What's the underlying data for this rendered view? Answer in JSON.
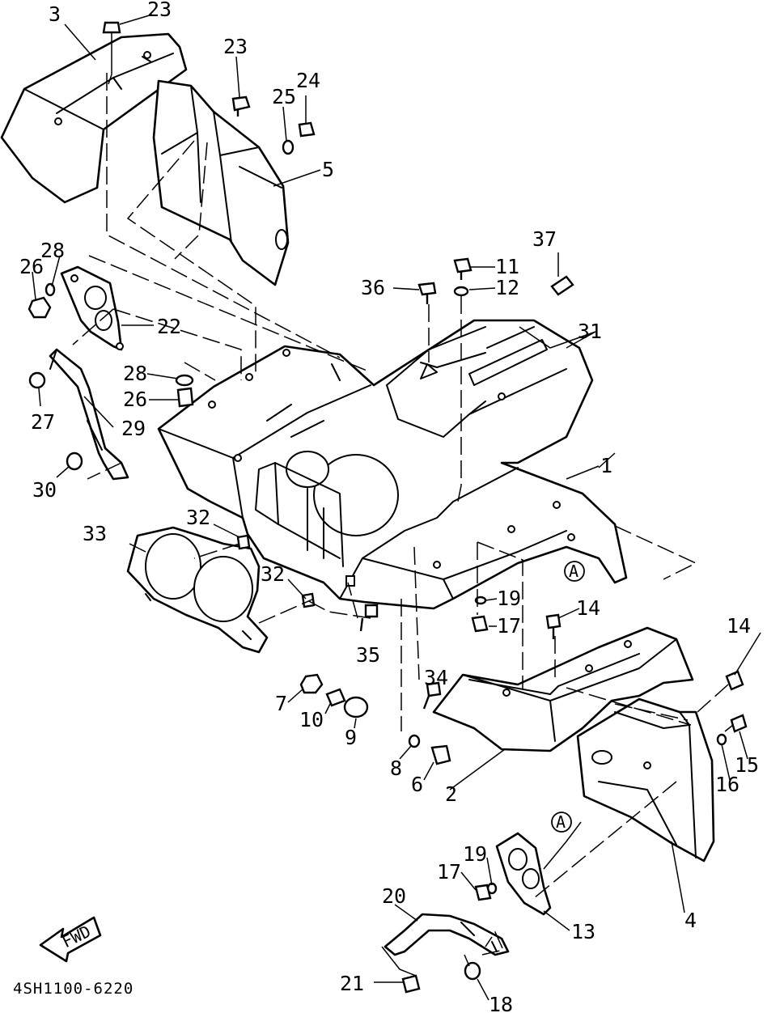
{
  "diagram": {
    "code": "4SH1100-6220",
    "fwd": "FWD",
    "ref_mark": "A",
    "labels": {
      "p1": "1",
      "p2": "2",
      "p3": "3",
      "p4": "4",
      "p5": "5",
      "p6": "6",
      "p7": "7",
      "p8": "8",
      "p9": "9",
      "p10": "10",
      "p11": "11",
      "p12": "12",
      "p13": "13",
      "p14": "14",
      "p15": "15",
      "p16": "16",
      "p17": "17",
      "p18": "18",
      "p19": "19",
      "p20": "20",
      "p21": "21",
      "p22": "22",
      "p23": "23",
      "p24": "24",
      "p25": "25",
      "p26": "26",
      "p27": "27",
      "p28": "28",
      "p29": "29",
      "p30": "30",
      "p31": "31",
      "p32": "32",
      "p33": "33",
      "p34": "34",
      "p35": "35",
      "p36": "36",
      "p37": "37"
    }
  }
}
